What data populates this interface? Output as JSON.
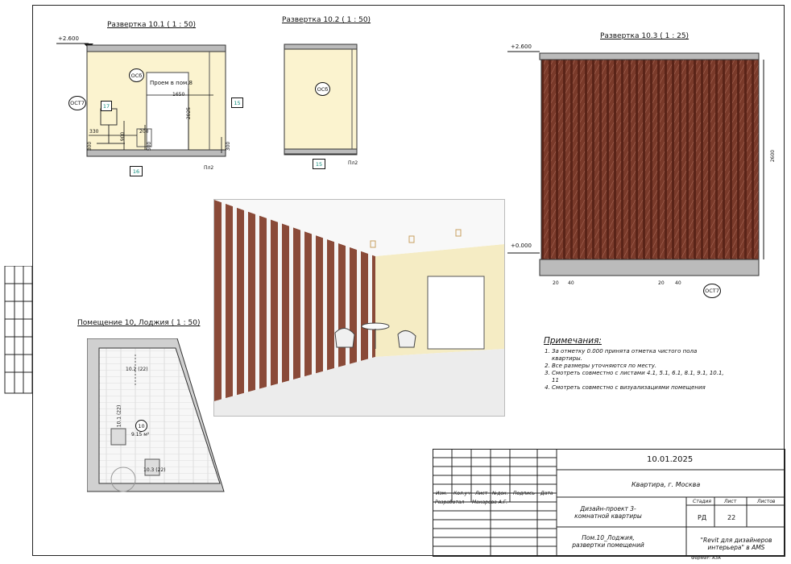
{
  "views": {
    "v101": {
      "title": "Развертка 10.1 ( 1 : 50)",
      "level": "+2.600",
      "oc_tag": "ОСб",
      "oc_tag2": "ОСТ7",
      "note": "Проем в пом.8",
      "dims": [
        "1650",
        "2025",
        "330",
        "900",
        "200",
        "300",
        "300",
        "500"
      ],
      "tag_a": "17",
      "tag_b": "15",
      "tag_c": "16",
      "floor": "Пл2"
    },
    "v102": {
      "title": "Развертка 10.2 ( 1 : 50)",
      "oc_tag": "ОСб",
      "tag": "15",
      "floor": "Пл2"
    },
    "v103": {
      "title": "Развертка 10.3 ( 1 : 25)",
      "level_top": "+2.600",
      "level_bottom": "+0.000",
      "height_dim": "2600",
      "dim_a": "20",
      "dim_b": "40",
      "dim_c": "20",
      "dim_d": "40",
      "oc_tag": "ОСТ7"
    },
    "plan": {
      "title": "Помещение 10, Лоджия ( 1 : 50)",
      "mark1": "10.2 (22)",
      "mark2": "10.1 (22)",
      "mark3": "10.3 (22)",
      "room_no": "10",
      "area": "9.15 м²"
    }
  },
  "notes": {
    "title": "Примечания:",
    "items": [
      "За отметку 0.000 принята отметка чистого пола квартиры.",
      "Все размеры уточняются по месту.",
      "Смотреть совместно с листами 4.1, 5.1, 6.1, 8.1, 9.1, 10.1, 11",
      "Смотреть совместно с визуализациями помещения"
    ]
  },
  "titleblock": {
    "date": "10.01.2025",
    "address": "Квартира, г. Москва",
    "project": "Дизайн-проект 3-комнатной квартиры",
    "sheet_name": "Пом.10_Лоджия, развертки помещений",
    "company": "\"Revit для дизайнеров интерьера\" в AMS",
    "headers": [
      "Изм.",
      "Кол.уч",
      "Лист",
      "№док.",
      "Подпись",
      "Дата"
    ],
    "role": "Разработал",
    "author": "Макарова А.Г.",
    "stage_label": "Стадия",
    "sheet_label": "Лист",
    "sheets_label": "Листов",
    "stage": "РД",
    "sheet": "22",
    "format": "Формат: А3А"
  },
  "colors": {
    "wall_cream": "#f8f0c8",
    "slat_brown": "#7a3a2a",
    "teal": "#0a8a7a"
  }
}
